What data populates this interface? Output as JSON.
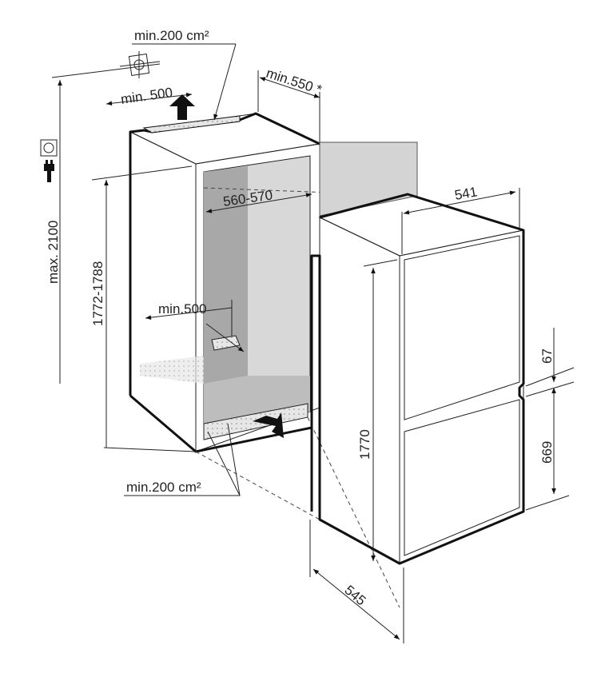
{
  "diagram": {
    "title": "Built-in fridge installation dimensions",
    "labels": {
      "top_vent": "min.200 cm²",
      "top_depth": "min. 500",
      "door_clearance": "min.550 *",
      "max_height": "max. 2100",
      "niche_height": "1772-1788",
      "niche_width": "560-570",
      "bottom_depth": "min.500",
      "bottom_vent": "min.200 cm²",
      "appliance_width": "541",
      "appliance_height": "1770",
      "appliance_depth": "545",
      "gap_height": "67",
      "lower_door_height": "669"
    },
    "icons": [
      "water-connection-icon",
      "power-socket-icon",
      "power-plug-icon"
    ]
  }
}
